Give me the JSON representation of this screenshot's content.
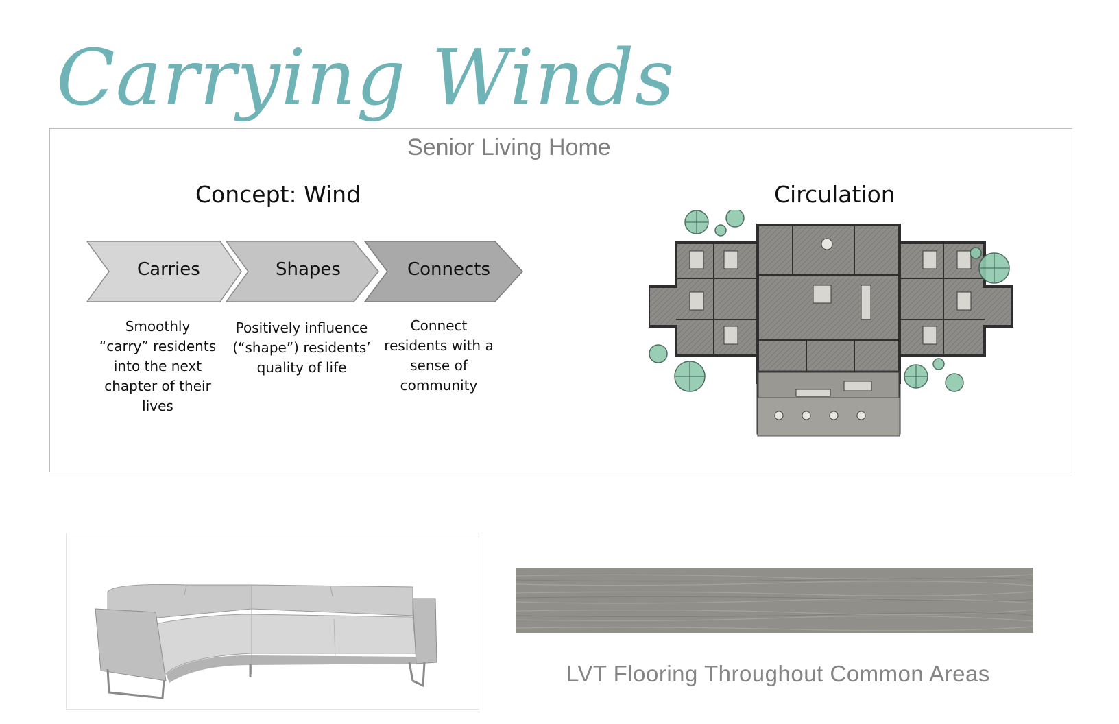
{
  "title": "Carrying Winds",
  "subtitle": "Senior Living Home",
  "concept": {
    "heading": "Concept: Wind",
    "steps": [
      {
        "label": "Carries",
        "description": [
          "Smoothly",
          "“carry” residents",
          "into the next",
          "chapter of their",
          "lives"
        ]
      },
      {
        "label": "Shapes",
        "description": [
          "Positively influence",
          "(“shape”) residents’",
          "quality of life"
        ]
      },
      {
        "label": "Connects",
        "description": [
          "Connect",
          "residents with a",
          "sense of",
          "community"
        ]
      }
    ]
  },
  "circulation": {
    "heading": "Circulation"
  },
  "materials": {
    "sofa_icon": "sectional-sofa-image",
    "flooring_label": "LVT Flooring Throughout Common Areas"
  },
  "colors": {
    "title_teal": "#6fb3b6",
    "chevron_1": "#d6d6d6",
    "chevron_2": "#c4c4c4",
    "chevron_3": "#a9a9a9",
    "floor_gray": "#8e8c88",
    "tree_green": "#7fbfa0"
  }
}
